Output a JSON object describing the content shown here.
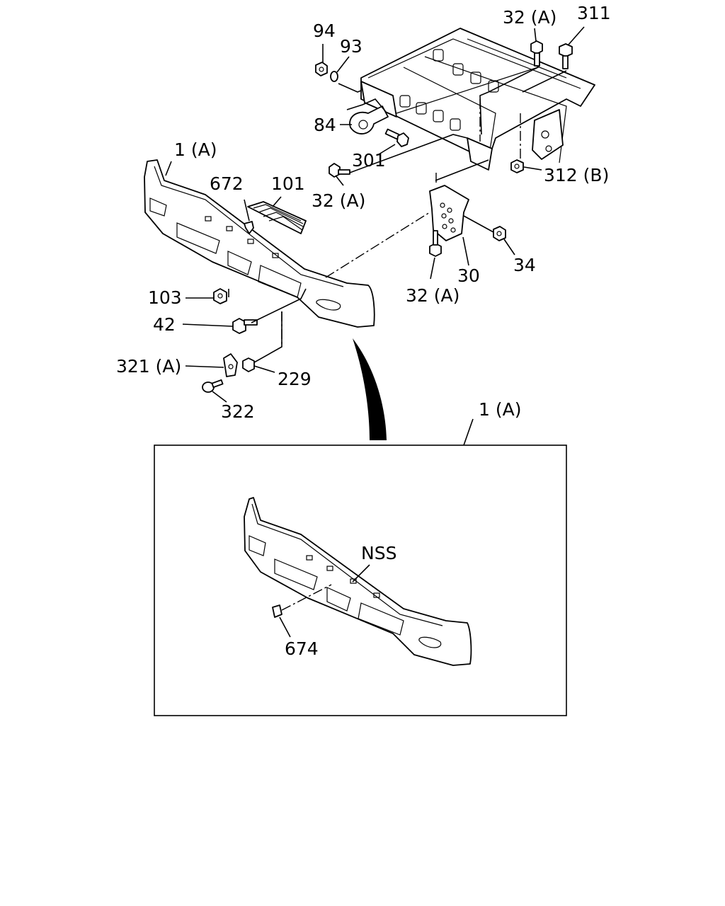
{
  "labels": {
    "l94": "94",
    "l93": "93",
    "l32a_top": "32 (A)",
    "l311": "311",
    "l84": "84",
    "l301": "301",
    "l1a_main": "1 (A)",
    "l672": "672",
    "l101": "101",
    "l32a_mid": "32 (A)",
    "l312b": "312 (B)",
    "l34": "34",
    "l30": "30",
    "l32a_low": "32 (A)",
    "l103": "103",
    "l42": "42",
    "l321a": "321 (A)",
    "l229": "229",
    "l322": "322",
    "l1a_detail": "1 (A)",
    "lnss": "NSS",
    "l674": "674"
  }
}
